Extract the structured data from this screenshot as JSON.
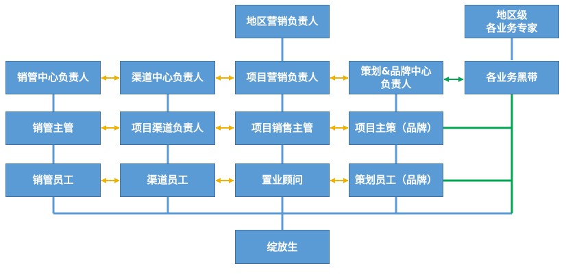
{
  "colors": {
    "box_fill": "#5b9bd5",
    "box_border": "#41719c",
    "text": "#ffffff",
    "tree_line": "#5b9bd5",
    "orange_arrow": "#f0b000",
    "green_line": "#00a651"
  },
  "nodes": {
    "region_head": "地区营销负责人",
    "region_expert": "地区级\n各业务专家",
    "sales_center_head": "销管中心负责人",
    "channel_center_head": "渠道中心负责人",
    "project_marketing_head": "项目营销负责人",
    "planning_brand_center_head": "策划&品牌中心\n负责人",
    "black_belt": "各业务黑带",
    "sales_mgmt_supervisor": "销管主管",
    "project_channel_head": "项目渠道负责人",
    "project_sales_supervisor": "项目销售主管",
    "project_planner": "项目主策（品牌）",
    "sales_mgmt_staff": "销管员工",
    "channel_staff": "渠道员工",
    "property_consultant": "置业顾问",
    "planning_staff": "策划员工（品牌）",
    "jifangsheng": "绽放生"
  }
}
